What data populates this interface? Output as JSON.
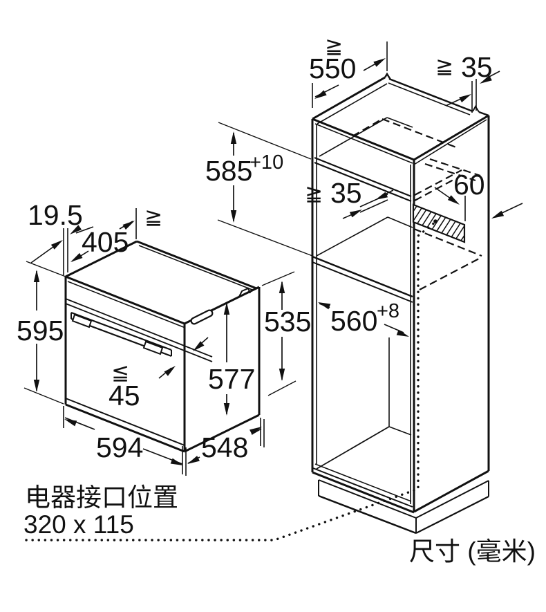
{
  "diagram_title": "built-in oven installation dimensions",
  "units_millimeters": true,
  "oven": {
    "dims": {
      "front_frame_overhang": "19.5",
      "top_depth": "405",
      "ge_symbol": "≧",
      "height": "595",
      "le_symbol": "≦",
      "door_gap_max": "45",
      "width": "594",
      "depth": "548",
      "front_body_height": "577",
      "rear_body_height": "535"
    }
  },
  "cabinet": {
    "dims": {
      "depth_min_symbol": "≧",
      "depth_min": "550",
      "rear_top_gap_symbol": "≧",
      "rear_top_gap": "35",
      "niche_height": "585",
      "niche_height_tolerance": "+10",
      "shelf_gap_symbol": "≧",
      "shelf_gap": "35",
      "vent_depth": "60",
      "niche_width": "560",
      "niche_width_tolerance": "+8"
    }
  },
  "captions": {
    "connection_label": "电器接口位置",
    "connection_size": "320 x 115",
    "units_note": "尺寸 (毫米)"
  },
  "colors": {
    "line": "#111111",
    "background": "#ffffff"
  }
}
